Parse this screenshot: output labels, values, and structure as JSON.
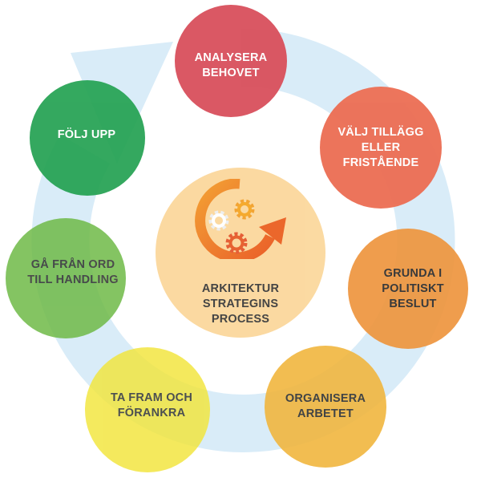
{
  "steps": {
    "analysera": "ANALYSERA\nBEHOVET",
    "valj": "VÄLJ TILLÄGG\nELLER\nFRISTÅENDE",
    "grunda": "GRUNDA I\nPOLITISKT\nBESLUT",
    "organisera": "ORGANISERA\nARBETET",
    "tafram": "TA FRAM OCH\nFÖRANKRA",
    "gafran": "GÅ FRÅN ORD\nTILL HANDLING",
    "folj": "FÖLJ UPP"
  },
  "center": {
    "label": "ARKITEKTUR\nSTRATEGINS\nPROCESS"
  },
  "icons": [
    "process-arrow-icon",
    "gear-icon"
  ],
  "colors": {
    "analysera": "#d9535f",
    "valj": "#ec6f55",
    "grunda": "#ee9640",
    "organisera": "#f1b53a",
    "tafram": "#f2e53a",
    "gafran": "#6fba47",
    "folj": "#25a253",
    "center": "#fbd89d",
    "cycle_arrow": "#d6eaf7"
  }
}
